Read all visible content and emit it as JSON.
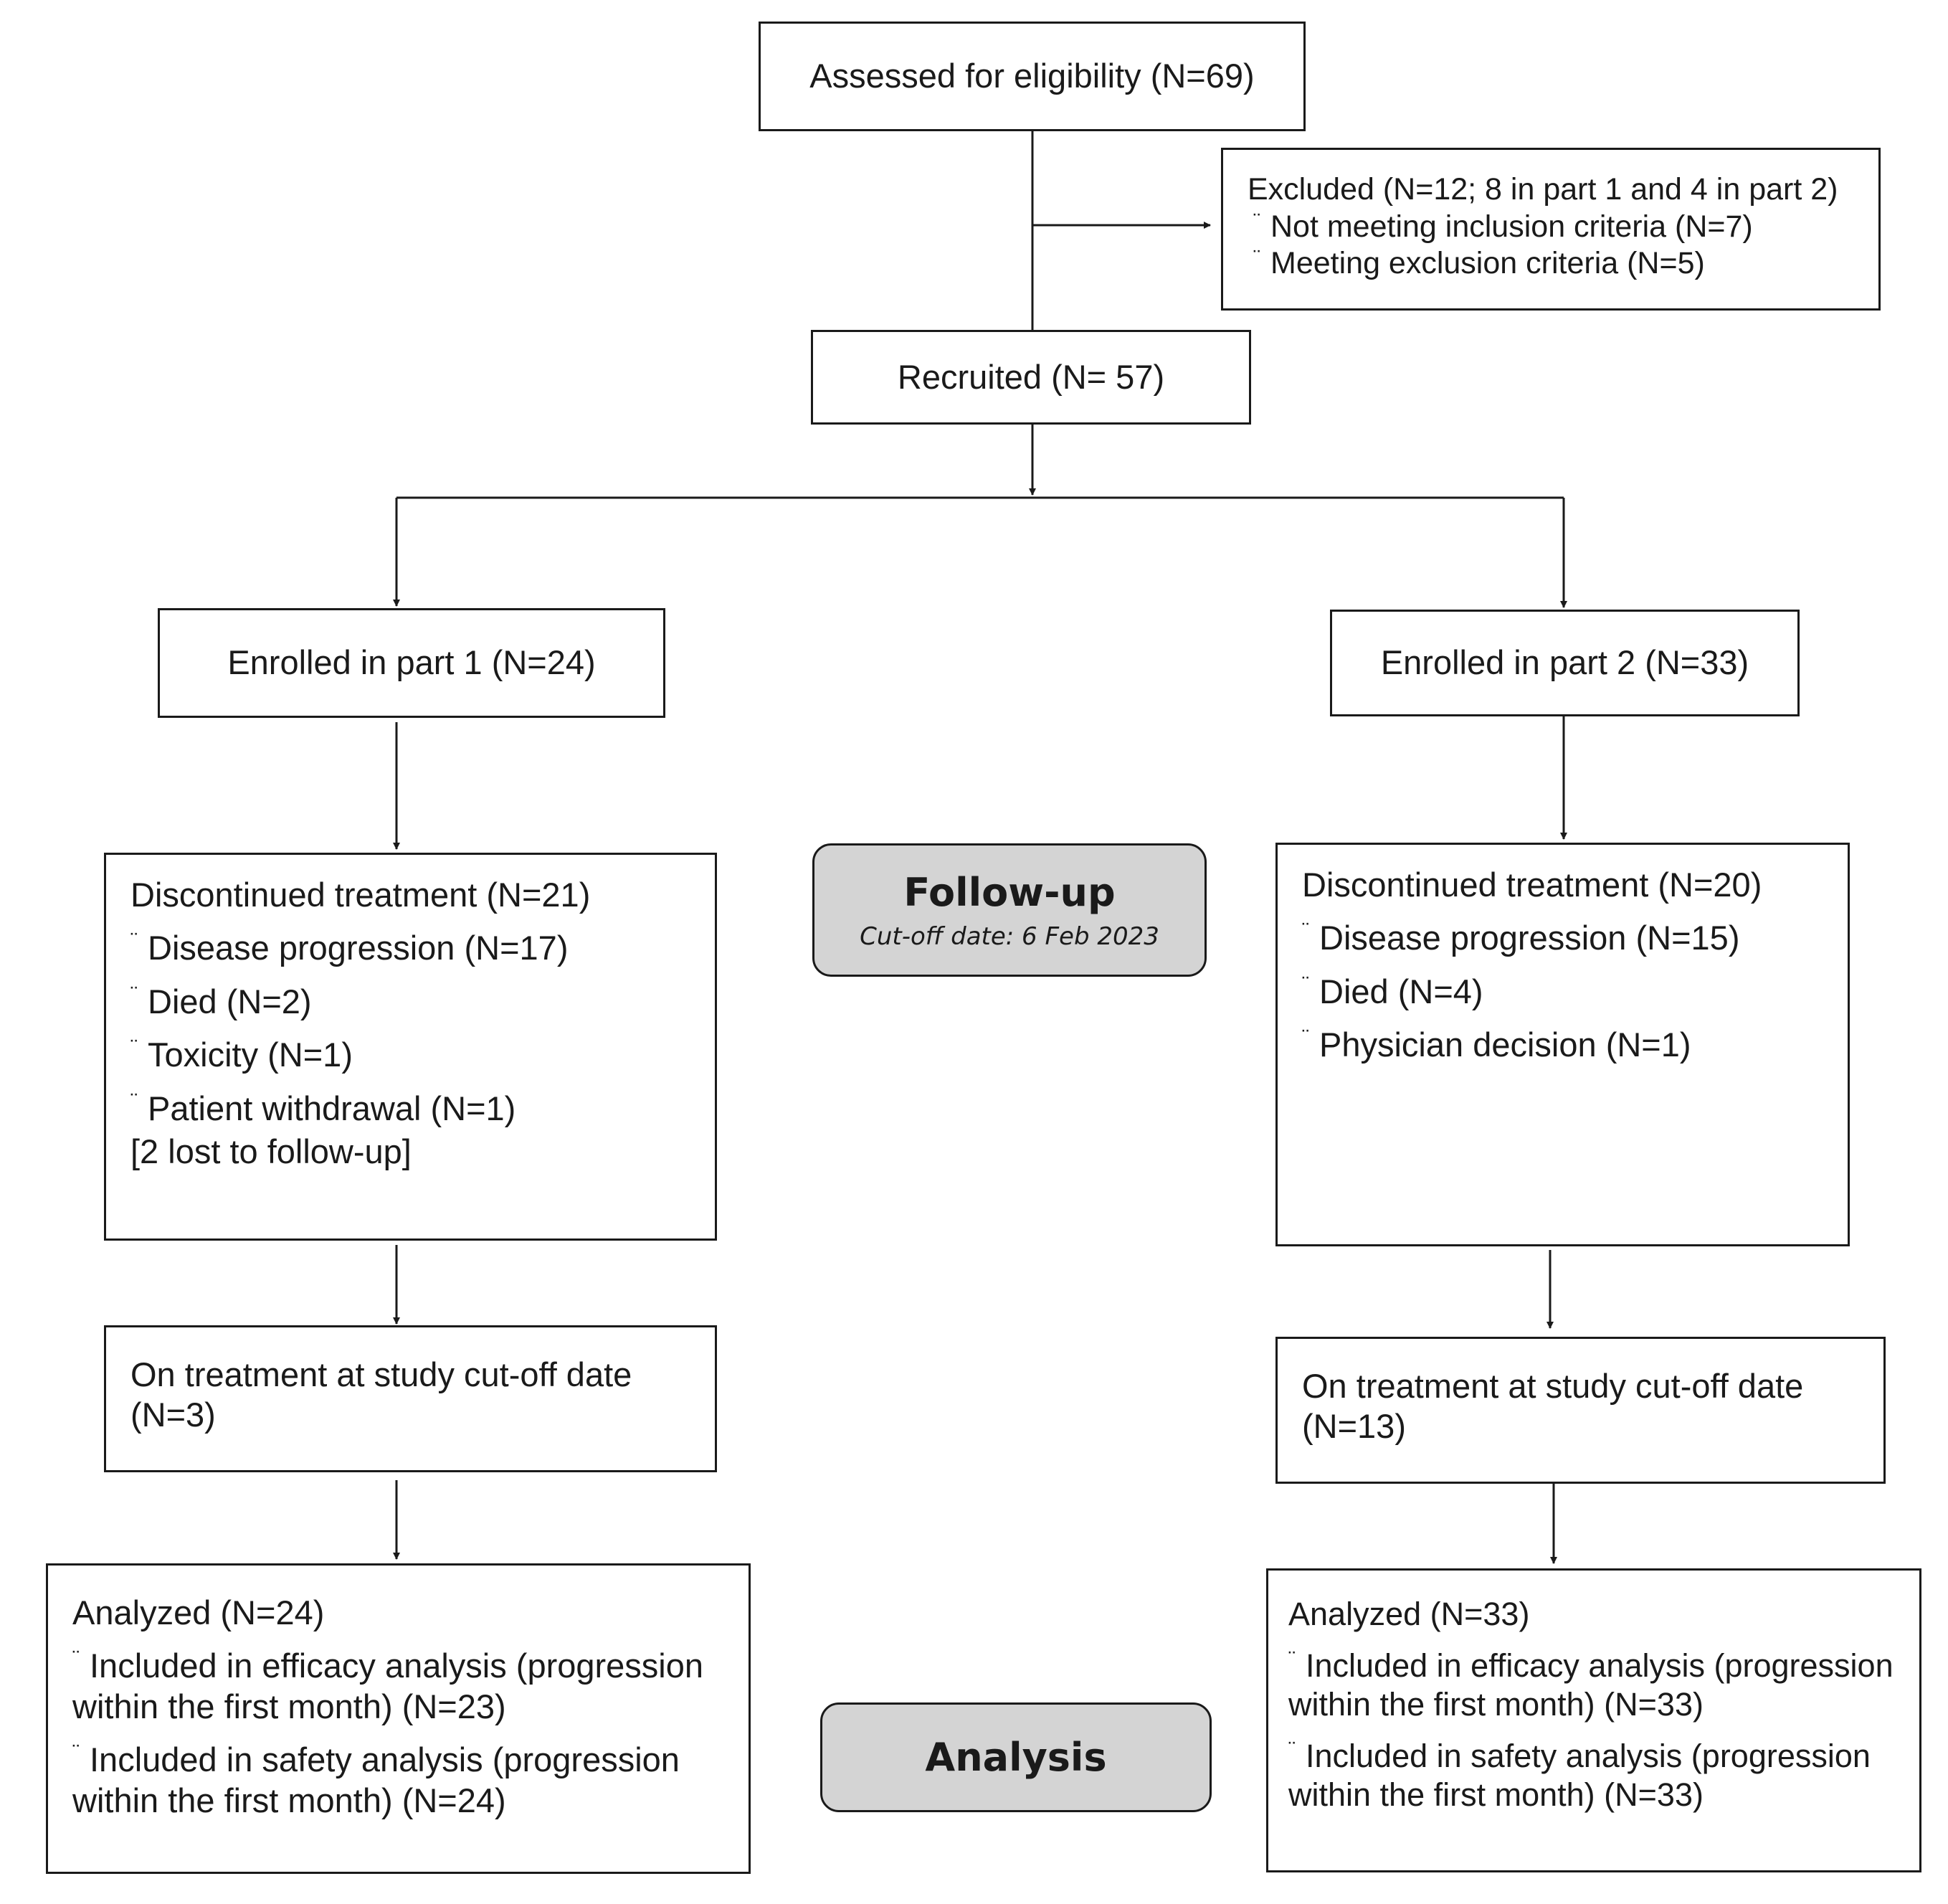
{
  "eligibility": {
    "text": "Assessed for eligibility (N=69)"
  },
  "excluded": {
    "title": "Excluded (N=12; 8 in part 1 and 4 in part 2)",
    "items": [
      "Not meeting inclusion criteria (N=7)",
      "Meeting exclusion criteria (N=5)"
    ]
  },
  "recruited": {
    "text": "Recruited (N= 57)"
  },
  "part1": {
    "enrolled": "Enrolled in part 1 (N=24)",
    "discontinued": {
      "title": "Discontinued treatment (N=21)",
      "items": [
        "Disease progression (N=17)",
        "Died (N=2)",
        "Toxicity (N=1)",
        "Patient withdrawal (N=1)"
      ],
      "note": "[2 lost to follow-up]"
    },
    "on_treatment": {
      "line1": "On treatment at study cut-off date",
      "line2": "(N=3)"
    },
    "analyzed": {
      "title": "Analyzed (N=24)",
      "items": [
        "Included in efficacy analysis (progression within the first month) (N=23)",
        "Included in safety analysis (progression within the first month) (N=24)"
      ]
    }
  },
  "part2": {
    "enrolled": "Enrolled in part 2 (N=33)",
    "discontinued": {
      "title": "Discontinued treatment (N=20)",
      "items": [
        "Disease progression (N=15)",
        "Died (N=4)",
        "Physician decision (N=1)"
      ]
    },
    "on_treatment": {
      "line1": "On treatment at study cut-off date",
      "line2": "(N=13)"
    },
    "analyzed": {
      "title": "Analyzed (N=33)",
      "items": [
        "Included in efficacy analysis (progression within the first month) (N=33)",
        "Included in safety analysis (progression within the first month) (N=33)"
      ]
    }
  },
  "stages": {
    "followup": {
      "title": "Follow-up",
      "subtitle": "Cut-off date: 6 Feb 2023"
    },
    "analysis": {
      "title": "Analysis"
    }
  },
  "colors": {
    "line": "#1a1a1a",
    "stage_fill": "#d4d4d4",
    "box_fill": "#ffffff"
  }
}
